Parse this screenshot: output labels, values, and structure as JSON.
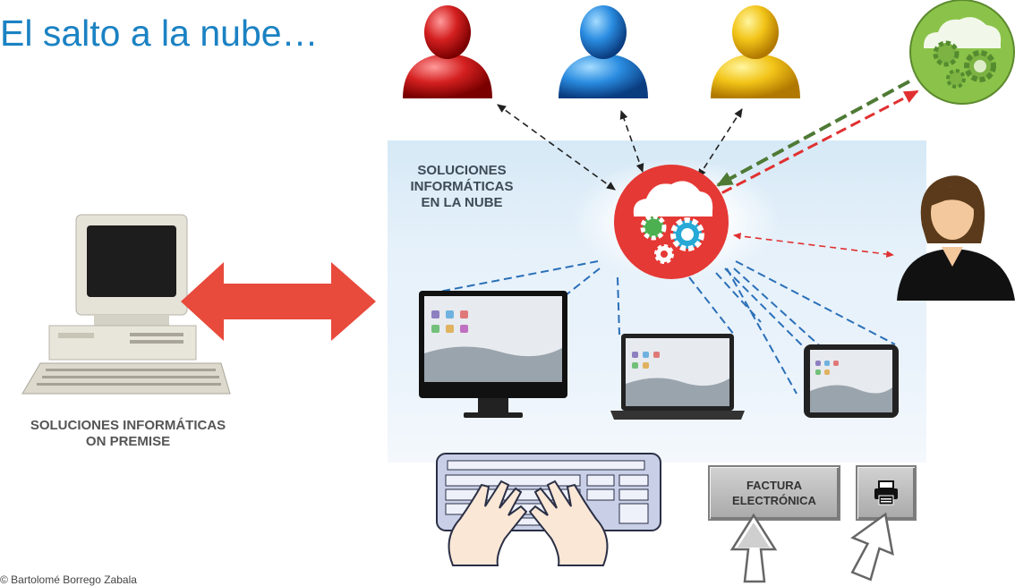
{
  "title": "El salto a la nube…",
  "cloud_label": [
    "SOLUCIONES",
    "INFORMÁTICAS",
    "EN LA NUBE"
  ],
  "onprem_label": [
    "SOLUCIONES INFORMÁTICAS",
    "ON PREMISE"
  ],
  "invoice_button": [
    "FACTURA",
    "ELECTRÓNICA"
  ],
  "copyright": "© Bartolomé Borrego Zabala",
  "icons": [
    "user-red-icon",
    "user-blue-icon",
    "user-yellow-icon",
    "cloud-gears-green-icon",
    "cloud-gears-red-icon",
    "woman-user-icon",
    "desktop-computer-icon",
    "double-arrow-icon",
    "monitor-icon",
    "laptop-icon",
    "tablet-icon",
    "keyboard-icon",
    "typing-hands-icon",
    "printer-icon",
    "cursor-icon"
  ],
  "colors": {
    "title": "#1b82c3",
    "dashed_blue": "#2a6fb8",
    "dashed_black": "#222222",
    "dashed_red": "#e03030",
    "dashed_green": "#4e7a35",
    "double_arrow": "#e84a3b",
    "cloud_panel": "#dcecf7"
  }
}
